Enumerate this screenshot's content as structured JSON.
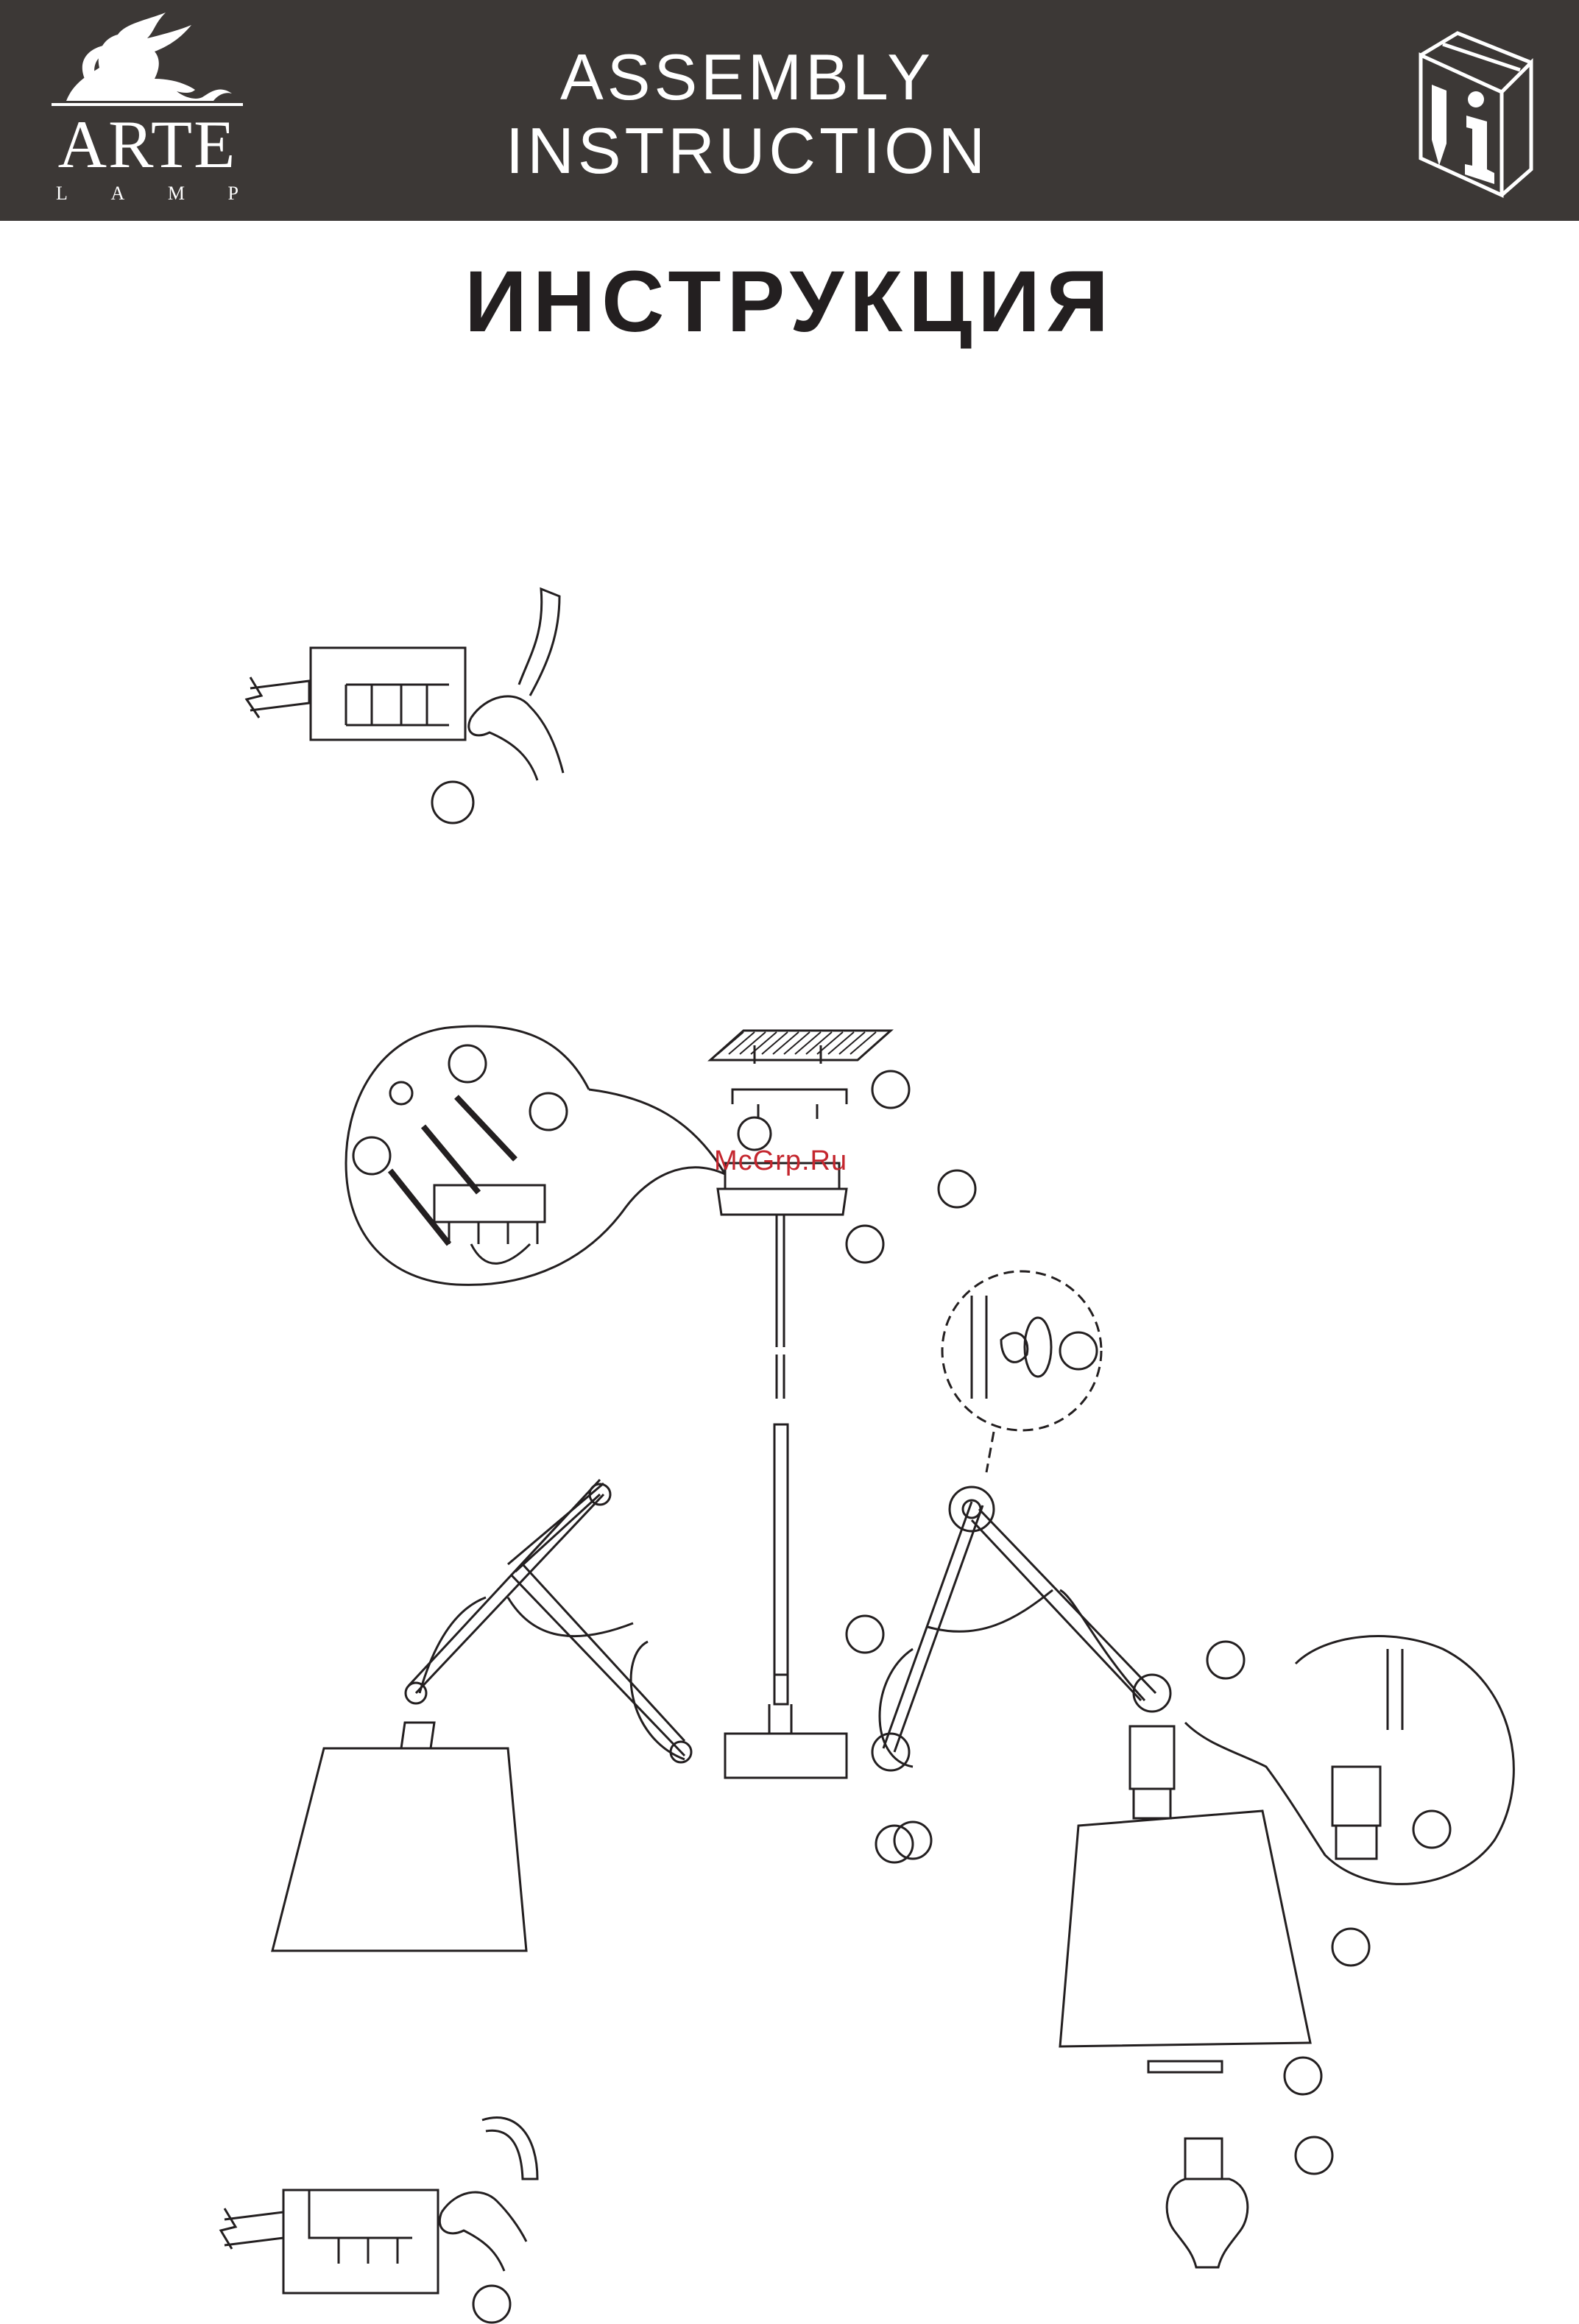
{
  "header": {
    "brand": "ARTE",
    "brand_sub": [
      "L",
      "A",
      "M",
      "P"
    ],
    "title_line1": "ASSEMBLY",
    "title_line2": "INSTRUCTION",
    "background_color": "#3c3836"
  },
  "document": {
    "title": "ИНСТРУКЦИЯ"
  },
  "watermark": {
    "text": "McGrp.Ru",
    "color": "#c4262e"
  },
  "icons": [
    "griffin-logo-icon",
    "info-book-icon",
    "screwdriver-icon",
    "power-switch-icon",
    "light-bulb-icon"
  ]
}
